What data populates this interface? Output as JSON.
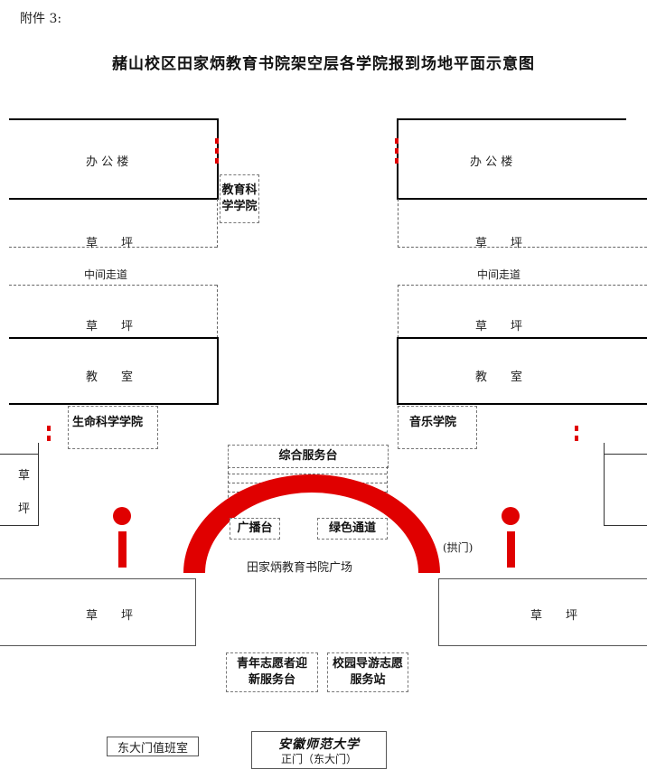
{
  "header": {
    "attachment": "附件 3:",
    "title": "赭山校区田家炳教育书院架空层各学院报到场地平面示意图"
  },
  "left": {
    "office": "办 公 楼",
    "lawn_top": "草　　坪",
    "corridor": "中间走道",
    "lawn_mid": "草　　坪",
    "classroom": "教　　室",
    "edu_college": "教育科学学院",
    "life_college": "生命科学学院",
    "side_lawn_1": "草",
    "side_lawn_2": "坪",
    "lawn_bottom": "草　　坪"
  },
  "right": {
    "office": "办 公 楼",
    "lawn_top": "草　　坪",
    "corridor": "中间走道",
    "lawn_mid": "草　　坪",
    "classroom": "教　　室",
    "music_college": "音乐学院",
    "lawn_bottom": "草　　坪"
  },
  "center": {
    "service_desk": "综合服务台",
    "broadcast": "广播台",
    "green_channel": "绿色通道",
    "arch": "(拱门)",
    "plaza": "田家炳教育书院广场",
    "volunteer_desk": "青年志愿者迎新服务台",
    "guide_station": "校园导游志愿服务站"
  },
  "footer": {
    "duty_room": "东大门值班室",
    "university": "安徽师范大学",
    "gate": "正门（东大门）"
  },
  "colors": {
    "accent_red": "#e00000",
    "line": "#000000"
  }
}
